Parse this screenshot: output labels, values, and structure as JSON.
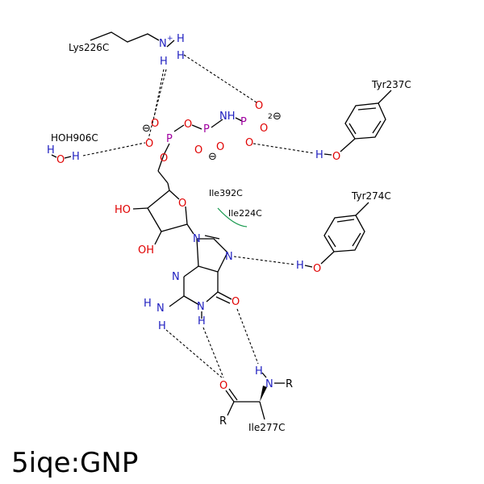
{
  "title": "5iqe:GNP",
  "colors": {
    "carbon_bond": "#000000",
    "nitrogen": "#2020c0",
    "oxygen": "#e00000",
    "phosphorus": "#a000a0",
    "hydrophobic": "#1a9a50"
  },
  "residues": {
    "lys": "Lys226C",
    "tyr237": "Tyr237C",
    "hoh": "HOH906C",
    "tyr274": "Tyr274C",
    "ile392": "Ile392C",
    "ile224": "Ile224C",
    "ile277": "Ile277C"
  },
  "atoms": {
    "N": "N",
    "H": "H",
    "O": "O",
    "P": "P",
    "NH": "NH",
    "HO": "HO",
    "OH": "OH",
    "R": "R",
    "plus": "+",
    "charge_two": "2",
    "minus": "⊖"
  }
}
